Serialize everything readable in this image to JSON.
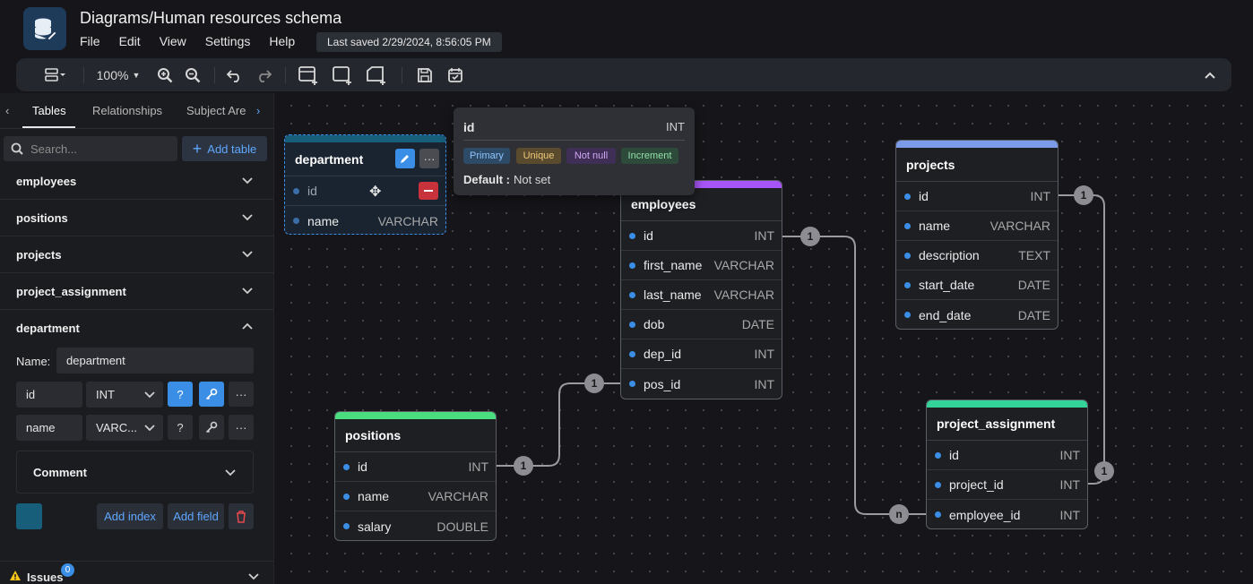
{
  "header": {
    "title": "Diagrams/Human resources schema",
    "menu": [
      "File",
      "Edit",
      "View",
      "Settings",
      "Help"
    ],
    "last_saved": "Last saved 2/29/2024, 8:56:05 PM"
  },
  "toolbar": {
    "zoom": "100%"
  },
  "sidebar": {
    "tabs": [
      "Tables",
      "Relationships",
      "Subject Are"
    ],
    "search_placeholder": "Search...",
    "add_table": "Add table",
    "tables": [
      "employees",
      "positions",
      "projects",
      "project_assignment",
      "department"
    ],
    "editor": {
      "name_label": "Name:",
      "name_value": "department",
      "fields": [
        {
          "name": "id",
          "type": "INT"
        },
        {
          "name": "name",
          "type": "VARC..."
        }
      ],
      "help_glyph": "?",
      "more_glyph": "···",
      "comment": "Comment",
      "add_index": "Add index",
      "add_field": "Add field",
      "accent_color": "#175e7a"
    },
    "issues": "Issues",
    "issues_count": "0"
  },
  "tooltip": {
    "field": "id",
    "type": "INT",
    "tags": [
      "Primary",
      "Unique",
      "Not null",
      "Increment"
    ],
    "default_label": "Default :",
    "default_value": "Not set"
  },
  "diagram": {
    "department": {
      "title": "department",
      "rows": [
        {
          "name": "id",
          "type": ""
        },
        {
          "name": "name",
          "type": "VARCHAR"
        }
      ]
    },
    "employees": {
      "title": "employees",
      "color": "#a855f7",
      "rows": [
        {
          "name": "id",
          "type": "INT"
        },
        {
          "name": "first_name",
          "type": "VARCHAR"
        },
        {
          "name": "last_name",
          "type": "VARCHAR"
        },
        {
          "name": "dob",
          "type": "DATE"
        },
        {
          "name": "dep_id",
          "type": "INT"
        },
        {
          "name": "pos_id",
          "type": "INT"
        }
      ]
    },
    "projects": {
      "title": "projects",
      "color": "#7b9be8",
      "rows": [
        {
          "name": "id",
          "type": "INT"
        },
        {
          "name": "name",
          "type": "VARCHAR"
        },
        {
          "name": "description",
          "type": "TEXT"
        },
        {
          "name": "start_date",
          "type": "DATE"
        },
        {
          "name": "end_date",
          "type": "DATE"
        }
      ]
    },
    "positions": {
      "title": "positions",
      "color": "#4ade80",
      "rows": [
        {
          "name": "id",
          "type": "INT"
        },
        {
          "name": "name",
          "type": "VARCHAR"
        },
        {
          "name": "salary",
          "type": "DOUBLE"
        }
      ]
    },
    "project_assignment": {
      "title": "project_assignment",
      "color": "#34d399",
      "rows": [
        {
          "name": "id",
          "type": "INT"
        },
        {
          "name": "project_id",
          "type": "INT"
        },
        {
          "name": "employee_id",
          "type": "INT"
        }
      ]
    },
    "badges": {
      "one": "1",
      "many": "n"
    }
  }
}
